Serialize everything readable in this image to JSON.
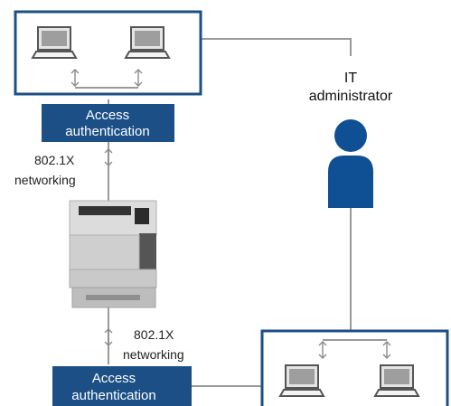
{
  "top_auth_box": {
    "line1": "Access",
    "line2": "authentication"
  },
  "bottom_auth_box": {
    "line1": "Access",
    "line2": "authentication"
  },
  "upper_protocol": {
    "line1": "802.1X",
    "line2": "networking"
  },
  "lower_protocol": {
    "line1": "802.1X",
    "line2": "networking"
  },
  "admin": {
    "line1": "IT",
    "line2": "administrator"
  },
  "colors": {
    "frame": "#1b4f86",
    "auth_box": "#1b4f86",
    "admin_figure": "#0f4f93",
    "connector": "#9a9a9a"
  },
  "icons": [
    "laptop-icon",
    "laptop-icon",
    "printer-icon",
    "person-icon",
    "laptop-icon",
    "laptop-icon"
  ]
}
